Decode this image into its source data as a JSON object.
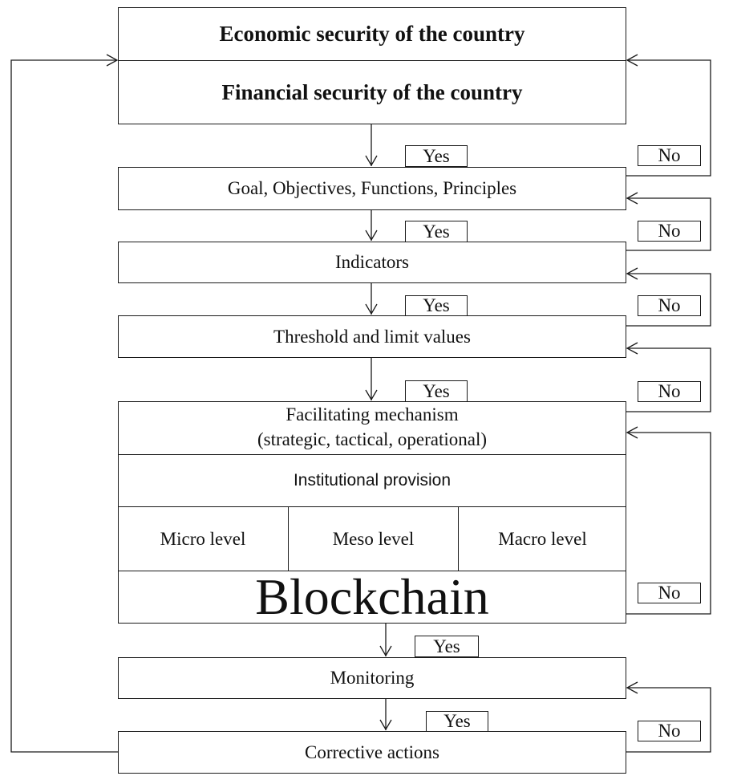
{
  "diagram": {
    "economic_security": "Economic security of the country",
    "financial_security": "Financial security of the country",
    "goal": "Goal, Objectives, Functions, Principles",
    "indicators": "Indicators",
    "threshold": "Threshold and limit values",
    "facilitating_line1": "Facilitating mechanism",
    "facilitating_line2": "(strategic, tactical, operational)",
    "institutional": "Institutional provision",
    "levels": [
      "Micro level",
      "Meso level",
      "Macro level"
    ],
    "blockchain": "Blockchain",
    "monitoring": "Monitoring",
    "corrective": "Corrective actions",
    "yes_label": "Yes",
    "no_label": "No"
  }
}
